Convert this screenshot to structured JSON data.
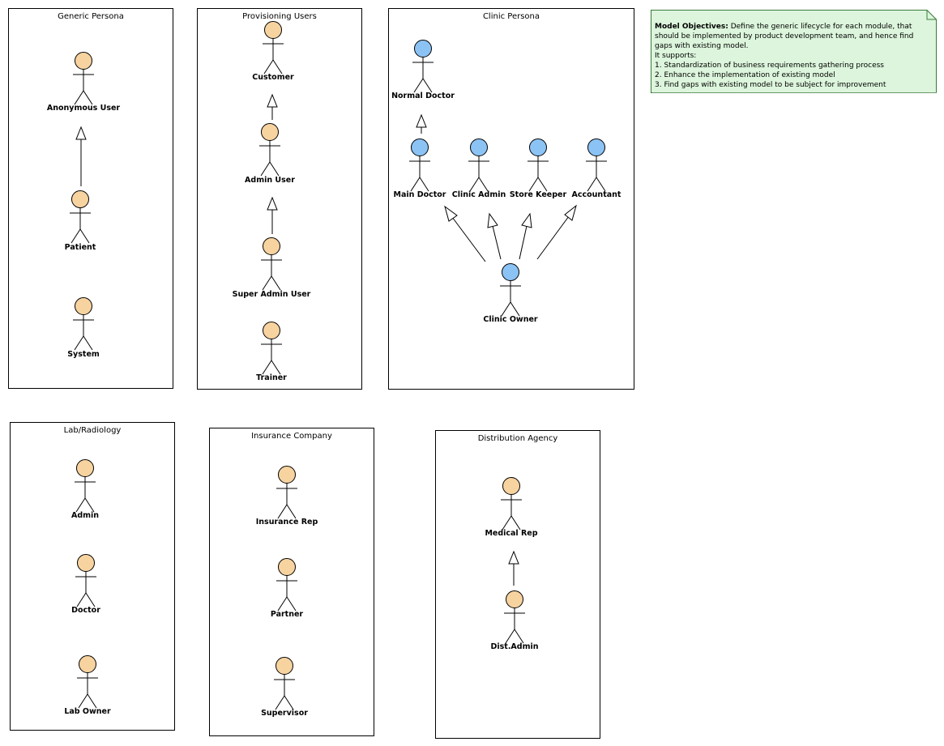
{
  "packages": {
    "generic": {
      "title": "Generic Persona"
    },
    "provisioning": {
      "title": "Provisioning Users"
    },
    "clinic": {
      "title": "Clinic Persona"
    },
    "lab": {
      "title": "Lab/Radiology"
    },
    "insurance": {
      "title": "Insurance Company"
    },
    "distribution": {
      "title": "Distribution Agency"
    }
  },
  "actors": {
    "anonymous_user": "Anonymous User",
    "patient": "Patient",
    "system": "System",
    "customer": "Customer",
    "admin_user": "Admin User",
    "super_admin_user": "Super Admin User",
    "trainer": "Trainer",
    "normal_doctor": "Normal Doctor",
    "main_doctor": "Main Doctor",
    "clinic_admin": "Clinic Admin",
    "store_keeper": "Store Keeper",
    "accountant": "Accountant",
    "clinic_owner": "Clinic Owner",
    "lab_admin": "Admin",
    "lab_doctor": "Doctor",
    "lab_owner": "Lab Owner",
    "insurance_rep": "Insurance Rep",
    "partner": "Partner",
    "supervisor": "Supervisor",
    "medical_rep": "Medical Rep",
    "dist_admin": "Dist.Admin"
  },
  "note": {
    "heading": "Model Objectives:",
    "intro": " Define the generic lifecycle for each module, that should be implemented by product development team, and hence find gaps with existing model.",
    "supports": "It supports:",
    "item1": "1. Standardization of business requirements gathering process",
    "item2": "2. Enhance the implementation of existing model",
    "item3": "3. Find gaps with existing model to be subject for improvement"
  },
  "colors": {
    "actor_orange": "#f7d3a0",
    "actor_blue": "#8cc3f5",
    "note_fill": "#dcf5dc"
  }
}
